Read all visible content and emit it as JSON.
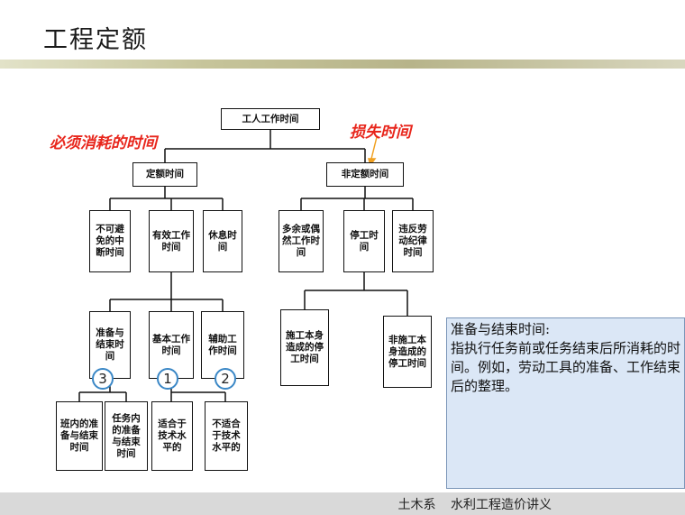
{
  "title": "工程定额",
  "labels": {
    "must": "必须消耗的时间",
    "loss": "损失时间"
  },
  "nodes": {
    "root": "工人工作时间",
    "quota": "定额时间",
    "nonquota": "非定额时间",
    "unavoidable": "不可避免的中断时间",
    "effective": "有效工作时间",
    "rest": "休息时间",
    "excess": "多余或偶然工作时间",
    "stoppage": "停工时间",
    "violation": "违反劳动纪律时间",
    "prep": "准备与结束时间",
    "basic": "基本工作时间",
    "aux": "辅助工作时间",
    "stop_construction": "施工本身造成的停工时间",
    "stop_nonconstruction": "非施工本身造成的停工时间",
    "shift_prep": "班内的准备与结束时间",
    "task_prep": "任务内的准备与结束时间",
    "suitable": "适合于技术水平的",
    "unsuitable": "不适合于技术水平的"
  },
  "circles": {
    "c3": "3",
    "c1": "1",
    "c2": "2"
  },
  "info": {
    "heading": "准备与结束时间:",
    "body": "指执行任务前或任务结束后所消耗的时间。例如，劳动工具的准备、工作结束后的整理。"
  },
  "footer": {
    "dept": "土木系",
    "course": "水利工程造价讲义"
  },
  "colors": {
    "red": "#e8261c",
    "circle_border": "#3a87c6",
    "info_bg": "#dbe7f6",
    "arrow": "#f0a020"
  }
}
